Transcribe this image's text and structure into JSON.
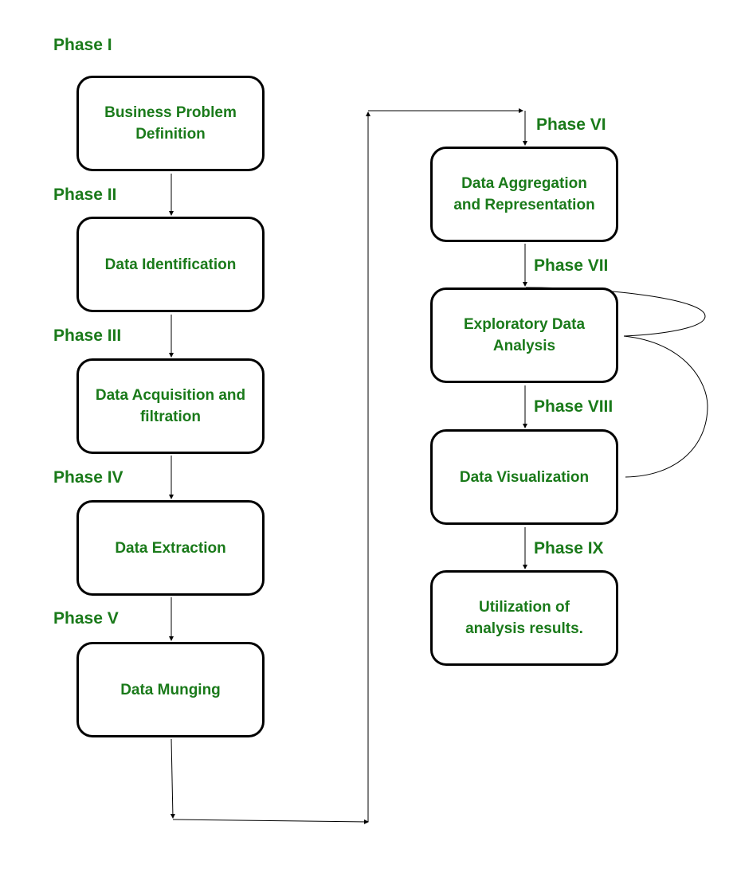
{
  "title": "Data Analytics Lifecycle Phases",
  "colors": {
    "text": "#1a7a1a",
    "border": "#000000"
  },
  "phases": [
    {
      "label": "Phase I",
      "step": "Business Problem\nDefinition"
    },
    {
      "label": "Phase II",
      "step": "Data Identification"
    },
    {
      "label": "Phase III",
      "step": "Data Acquisition and\nfiltration"
    },
    {
      "label": "Phase IV",
      "step": "Data Extraction"
    },
    {
      "label": "Phase V",
      "step": "Data Munging"
    },
    {
      "label": "Phase VI",
      "step": "Data Aggregation\nand  Representation"
    },
    {
      "label": "Phase VII",
      "step": "Exploratory Data\nAnalysis"
    },
    {
      "label": "Phase VIII",
      "step": "Data Visualization"
    },
    {
      "label": "Phase IX",
      "step": "Utilization of\nanalysis results."
    }
  ],
  "loops": [
    {
      "from": "Exploratory Data Analysis",
      "to": "Exploratory Data Analysis",
      "type": "self-loop"
    },
    {
      "from": "Data Visualization",
      "to": "Exploratory Data Analysis",
      "type": "feedback"
    }
  ]
}
